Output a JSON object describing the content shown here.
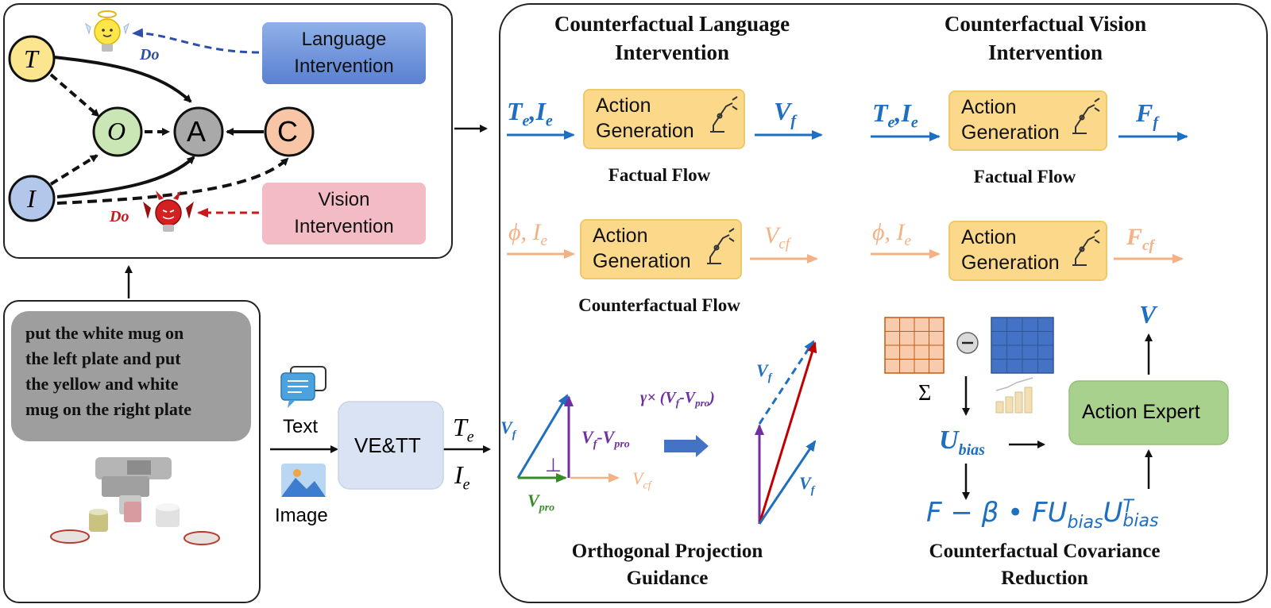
{
  "causal_graph": {
    "nodes": {
      "T": "T",
      "O": "O",
      "A": "A",
      "C": "C",
      "I": "I"
    },
    "language_intervention": [
      "Language",
      "Intervention"
    ],
    "vision_intervention": [
      "Vision",
      "Intervention"
    ],
    "do_top": "Do",
    "do_bottom": "Do",
    "colors": {
      "T": "#fbe58e",
      "O": "#c9e6b4",
      "A": "#a9a9a9",
      "C": "#f8c6a6",
      "I": "#b3c7ea",
      "lang_box": "#7e9ddb",
      "vision_box": "#f3bcc4",
      "lang_arrow": "#2f4ea8",
      "vision_arrow": "#c81a1a"
    }
  },
  "input": {
    "instruction_lines": [
      "put the white mug on",
      "the left plate and put",
      "the yellow and white",
      "mug on the right plate"
    ],
    "text_label": "Text",
    "image_label": "Image",
    "encoder_label": "VE&TT",
    "te": "T",
    "te_sub": "e",
    "ie": "I",
    "ie_sub": "e"
  },
  "language": {
    "title": [
      "Counterfactual Language",
      "Intervention"
    ],
    "factual_in": "T",
    "factual_in_sub": "e",
    "factual_in2": "I",
    "factual_in2_sub": "e",
    "factual_out": "V",
    "factual_out_sub": "f",
    "factual_flow": "Factual Flow",
    "cf_in": "ϕ, I",
    "cf_in_sub": "e",
    "cf_out": "V",
    "cf_out_sub": "cf",
    "counterfactual_flow": "Counterfactual Flow",
    "action_generation": [
      "Action",
      "Generation"
    ],
    "projection_title": [
      "Orthogonal Projection",
      "Guidance"
    ],
    "proj_labels": {
      "vf": "V",
      "vf_sub": "f",
      "vf_minus_vpro": "V",
      "vf_minus_vpro_sub": "f",
      "minus": "-V",
      "minus_sub": "pro",
      "vcf": "V",
      "vcf_sub": "cf",
      "vpro": "V",
      "vpro_sub": "pro",
      "perp": "⊥",
      "gamma": "γ× (V",
      "gamma_sub1": "f",
      "gamma_mid": "-V",
      "gamma_sub2": "pro",
      "gamma_end": ")",
      "vf_top": "V",
      "vf_top_sub": "f",
      "vf_bottom": "V",
      "vf_bottom_sub": "f"
    }
  },
  "vision": {
    "title": [
      "Counterfactual Vision",
      "Intervention"
    ],
    "factual_in": "T",
    "factual_in_sub": "e",
    "factual_in2": "I",
    "factual_in2_sub": "e",
    "factual_out": "F",
    "factual_out_sub": "f",
    "factual_flow": "Factual Flow",
    "cf_in": "ϕ, I",
    "cf_in_sub": "e",
    "cf_out": "F",
    "cf_out_sub": "cf",
    "action_generation": [
      "Action",
      "Generation"
    ],
    "minus_symbol": "−",
    "sigma": "Σ",
    "ubias": "U",
    "ubias_sub": "bias",
    "action_expert": "Action Expert",
    "v_out": "V",
    "formula": {
      "main": "F − β • FU",
      "sub1": "bias",
      "u": "U",
      "sup": "T",
      "sub2": "bias"
    },
    "covariance_title": [
      "Counterfactual Covariance",
      "Reduction"
    ]
  },
  "colors": {
    "blue": "#1f6fc0",
    "orange": "#f4b183",
    "purple": "#7030a0",
    "green": "#3a8a2a",
    "red": "#c00000",
    "box_yellow": "#fcd98a",
    "expert_green": "#a9d18e"
  }
}
